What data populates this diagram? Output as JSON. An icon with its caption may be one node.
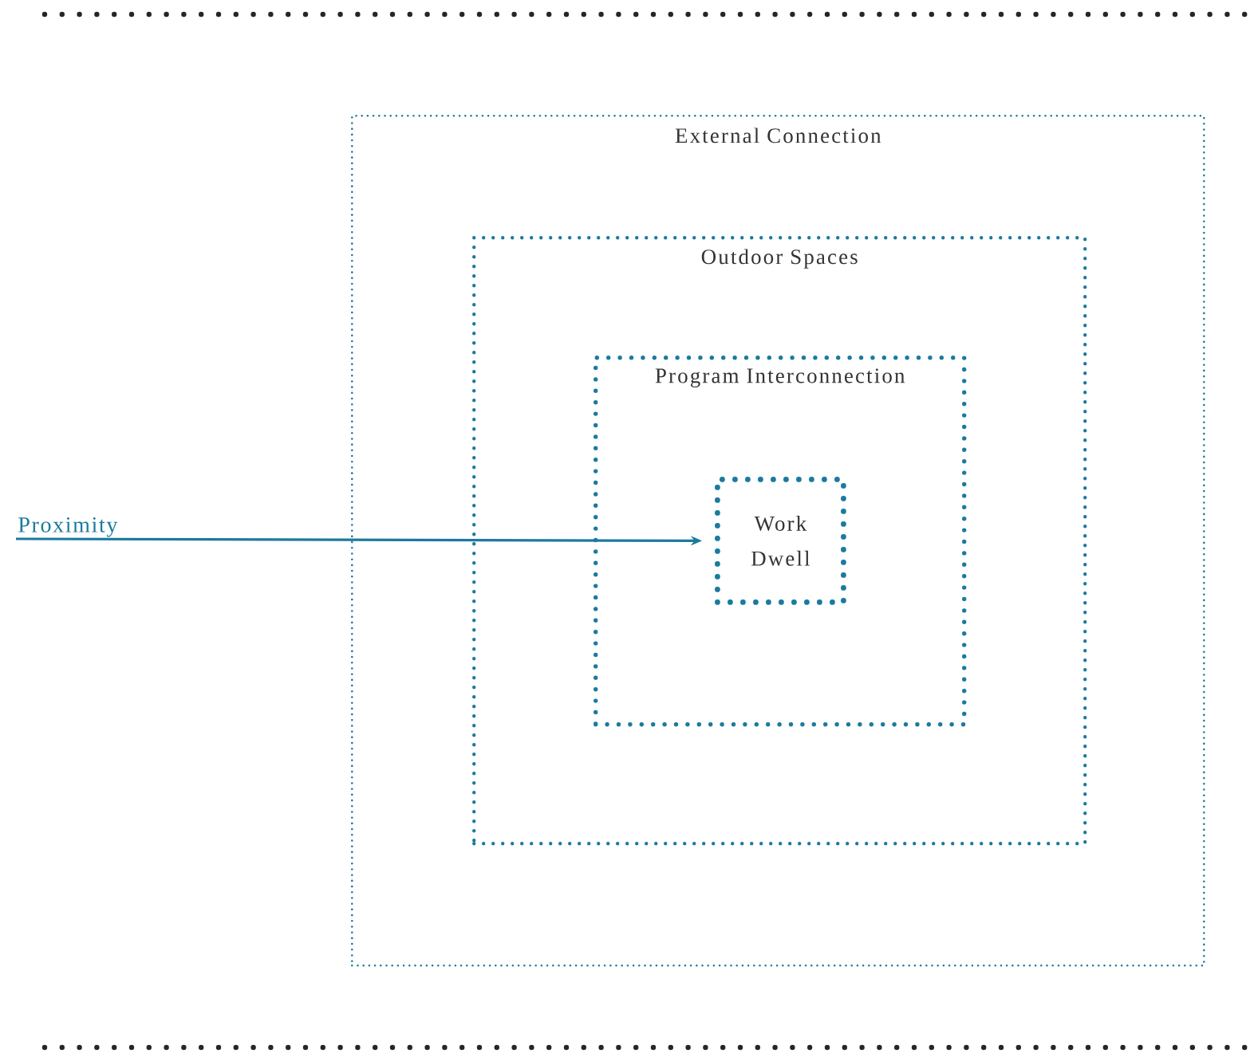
{
  "diagram": {
    "nodes": [
      {
        "text": [
          "External Connection"
        ]
      },
      {
        "text": [
          "Outdoor Spaces"
        ],
        "in": 0
      },
      {
        "text": [
          "Program Interconnection"
        ],
        "in": 1
      },
      {
        "text": [
          "Work Dwell"
        ],
        "in": 2
      },
      {
        "text": [
          "Proximity"
        ]
      }
    ],
    "edges": [
      {
        "from": 4,
        "to": 3,
        "arrow": "to"
      }
    ]
  }
}
